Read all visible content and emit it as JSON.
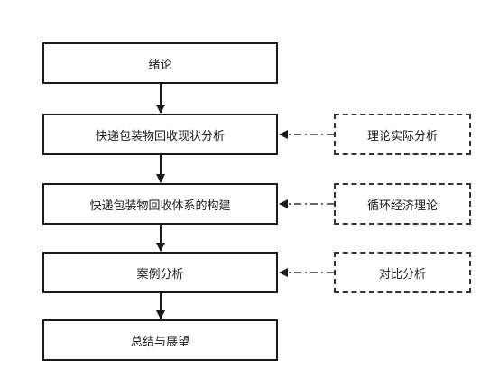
{
  "main_steps": [
    {
      "label": "绪论"
    },
    {
      "label": "快递包装物回收现状分析"
    },
    {
      "label": "快递包装物回收体系的构建"
    },
    {
      "label": "案例分析"
    },
    {
      "label": "总结与展望"
    }
  ],
  "side_boxes": [
    {
      "label": "理论实际分析"
    },
    {
      "label": "循环经济理论"
    },
    {
      "label": "对比分析"
    }
  ]
}
